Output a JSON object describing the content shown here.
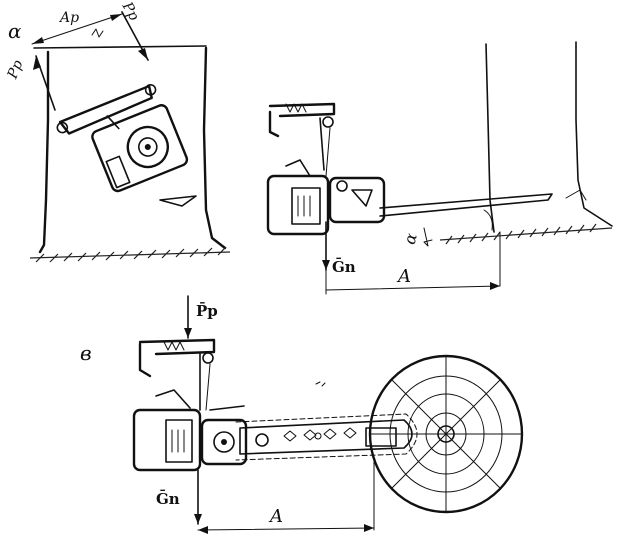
{
  "colors": {
    "ink": "#111111",
    "paper": "#ffffff"
  },
  "fig_a": {
    "label_alpha": "α",
    "label_Ap": "Ap",
    "label_Pp_left": "Pp",
    "label_Pp_right": "Pp"
  },
  "fig_b": {
    "label_alpha": "α",
    "label_Gn": "Ḡn",
    "label_A": "A"
  },
  "fig_c": {
    "label_letter": "в",
    "label_Pp": "P̄p",
    "label_Gn": "Ḡn",
    "label_A": "A"
  }
}
